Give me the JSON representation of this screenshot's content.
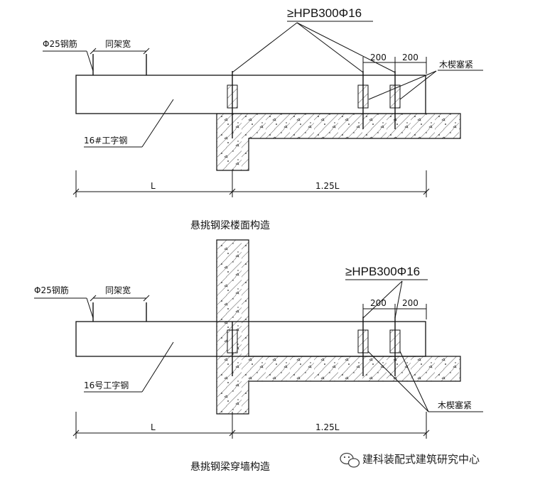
{
  "top": {
    "title": "悬挑钢梁楼面构造",
    "rebar_label": "Φ25钢筋",
    "frame_width_label": "同架宽",
    "beam_label": "16#工字钢",
    "anchor_label": "≥HPB300Φ16",
    "spacing_1": "200",
    "spacing_2": "200",
    "wedge_label": "木楔塞紧",
    "dim_left": "L",
    "dim_right": "1.25L"
  },
  "bottom": {
    "title": "悬挑钢梁穿墙构造",
    "rebar_label": "Φ25钢筋",
    "frame_width_label": "同架宽",
    "beam_label": "16号工字钢",
    "anchor_label": "≥HPB300Φ16",
    "spacing_1": "200",
    "spacing_2": "200",
    "wedge_label": "木楔塞紧",
    "dim_left": "L",
    "dim_right": "1.25L"
  },
  "watermark": "建科装配式建筑研究中心"
}
